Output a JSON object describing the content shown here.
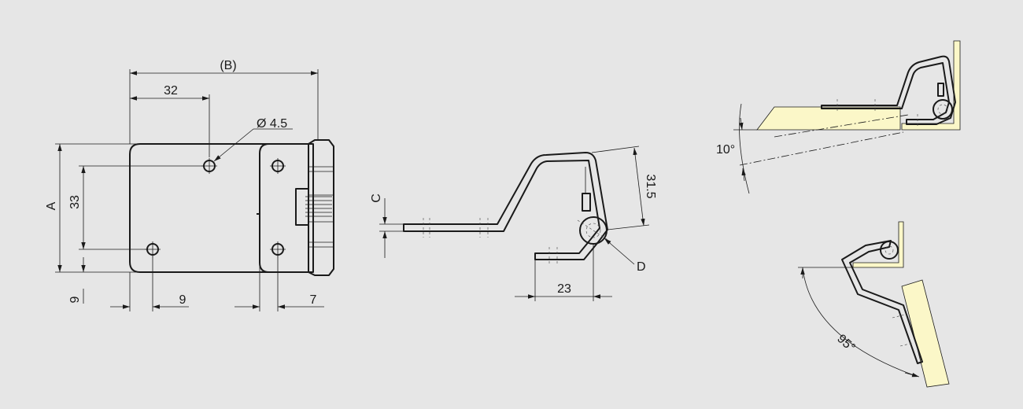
{
  "colors": {
    "background": "#e6e6e6",
    "line": "#1a1a1a",
    "wood": "#fbf7c8"
  },
  "front_view": {
    "dim_b": "(B)",
    "dim_32": "32",
    "dim_hole": "Ø 4.5",
    "dim_a": "A",
    "dim_33": "33",
    "dim_9_left": "9",
    "dim_9_bottom": "9",
    "dim_7": "7"
  },
  "side_view": {
    "dim_c": "C",
    "dim_31_5": "31.5",
    "dim_d": "D",
    "dim_23": "23"
  },
  "closed_view": {
    "angle": "10°"
  },
  "open_view": {
    "angle": "95°"
  }
}
